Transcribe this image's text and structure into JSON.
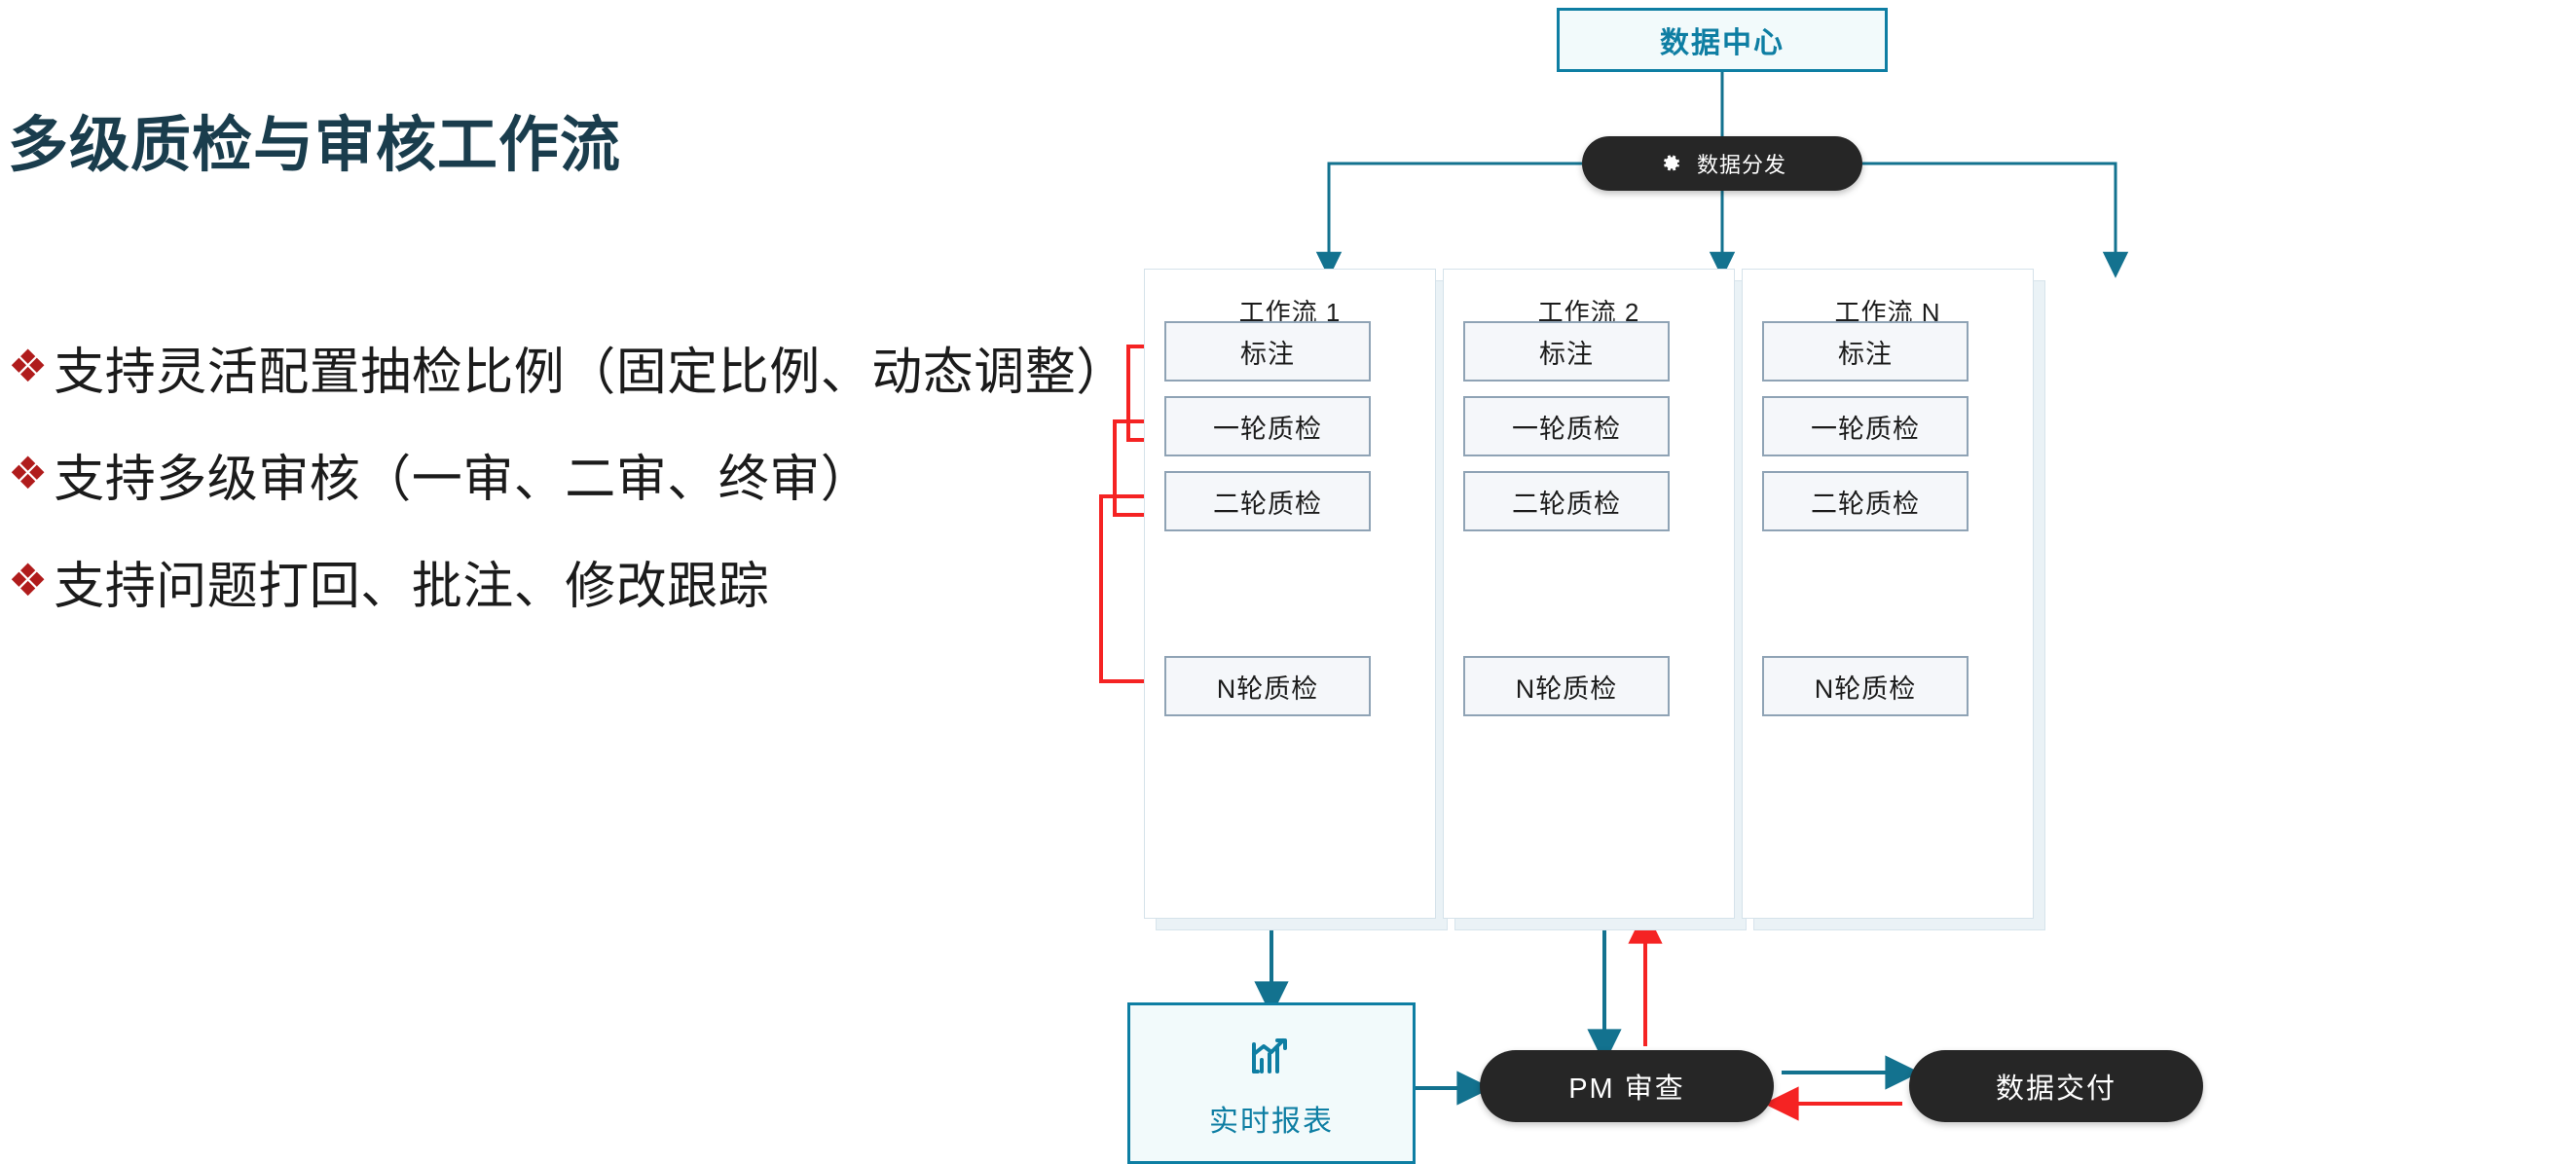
{
  "slide": {
    "title": "多级质检与审核工作流",
    "bullet_marker": "❖",
    "bullet_color": "#b01c1c",
    "bullets": [
      "支持灵活配置抽检比例（固定比例、动态调整）",
      "支持多级审核（一审、二审、终审）",
      "支持问题打回、批注、修改跟踪"
    ]
  },
  "diagram": {
    "data_center": {
      "label": "数据中心"
    },
    "dispatch": {
      "label": "数据分发",
      "icon": "gear-icon"
    },
    "workflows": [
      {
        "title": "工作流 1",
        "steps": [
          "标注",
          "一轮质检",
          "二轮质检",
          "N轮质检"
        ],
        "rework_style": "nested-loops"
      },
      {
        "title": "工作流 2",
        "steps": [
          "标注",
          "一轮质检",
          "二轮质检",
          "N轮质检"
        ],
        "rework_style": "nested-loops"
      },
      {
        "title": "工作流 N",
        "steps": [
          "标注",
          "一轮质检",
          "二轮质检",
          "N轮质检"
        ],
        "rework_style": "parallel-down"
      }
    ],
    "report": {
      "label": "实时报表",
      "icon": "bar-chart-trend-icon"
    },
    "pm_review": {
      "label": "PM 审查"
    },
    "data_delivery": {
      "label": "数据交付"
    }
  },
  "colors": {
    "title": "#1a3d4d",
    "accent_teal": "#0e7ea3",
    "flow_teal": "#13728f",
    "rework_red": "#f52323",
    "sync_olive": "#a8b81e",
    "dark_pill": "#262626",
    "step_border": "#8fa3b5",
    "step_fill": "#f5f7fa",
    "card_shadow": "#eaf2f6"
  }
}
